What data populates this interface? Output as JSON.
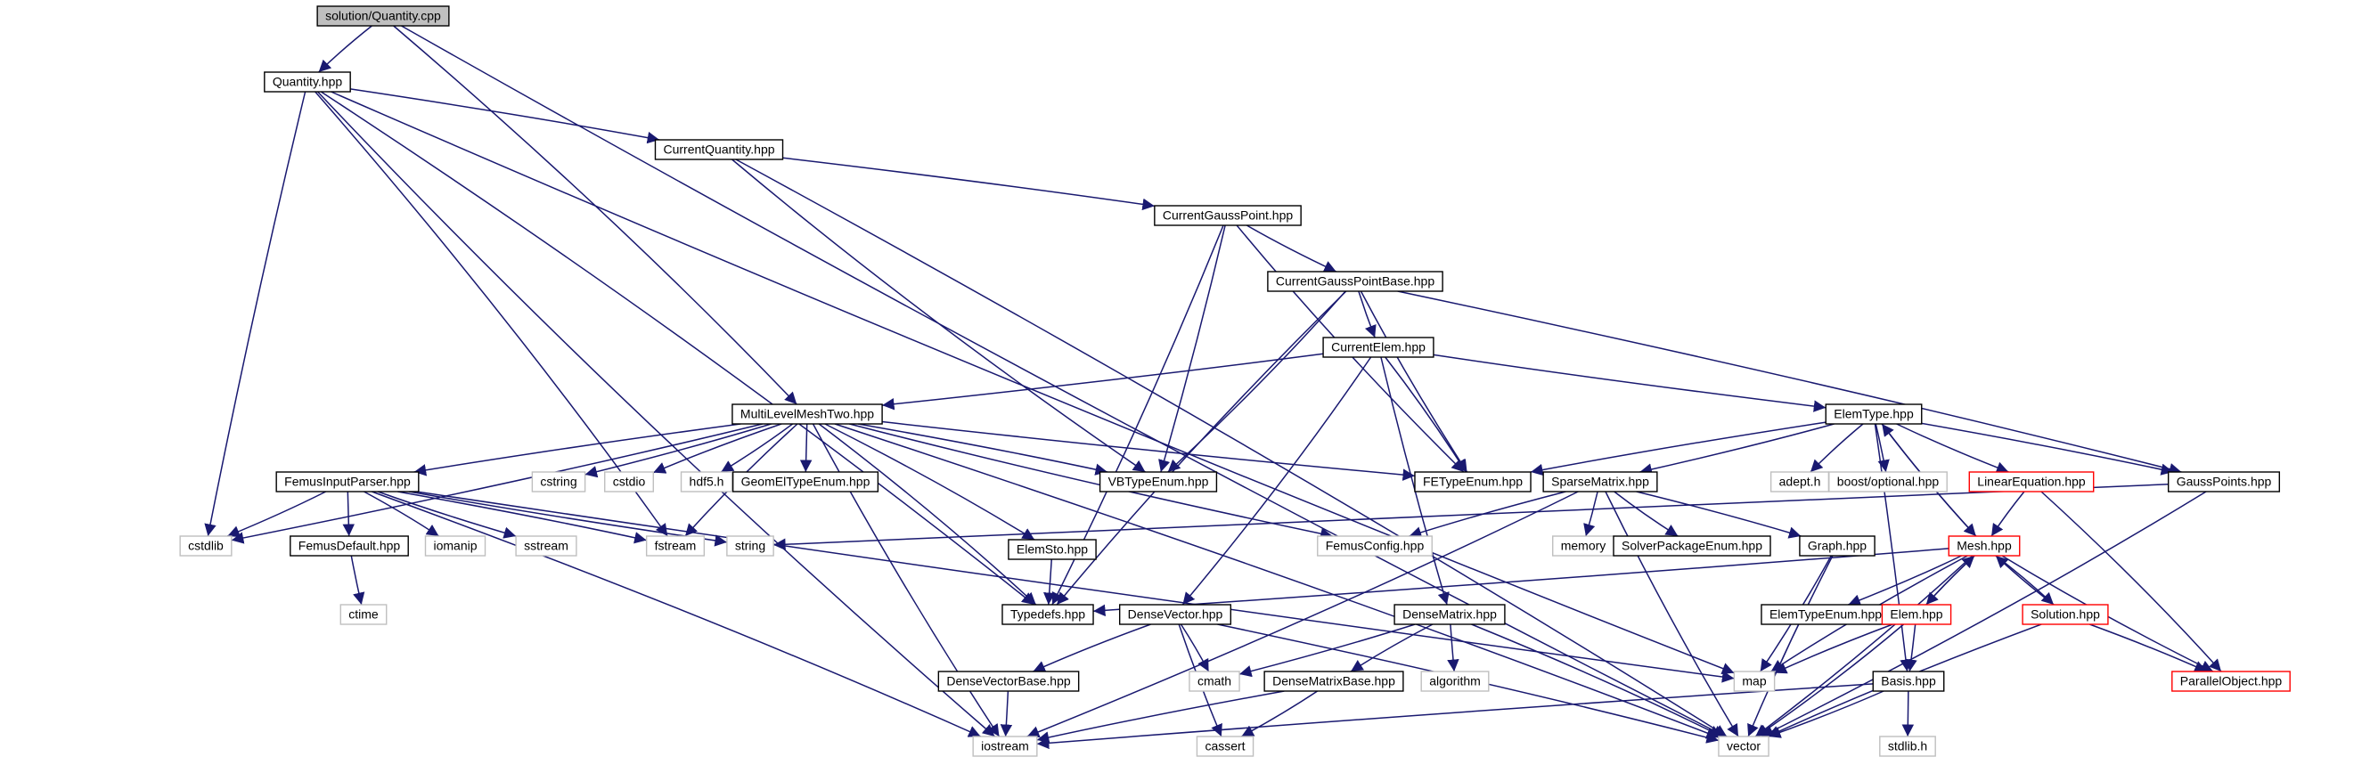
{
  "colors": {
    "edge": "#191970",
    "box_border_dark": "#000000",
    "box_border_light": "#bfbfbf",
    "box_border_red": "#ff0000",
    "root_fill": "#bfbfbf",
    "text_dark": "#000000",
    "text_light": "#000000"
  },
  "nodes": [
    {
      "id": "quantity_cpp",
      "label": "solution/Quantity.cpp",
      "style": "root"
    },
    {
      "id": "quantity_hpp",
      "label": "Quantity.hpp",
      "style": "dark"
    },
    {
      "id": "currentquantity",
      "label": "CurrentQuantity.hpp",
      "style": "dark"
    },
    {
      "id": "currentgausspoint",
      "label": "CurrentGaussPoint.hpp",
      "style": "dark"
    },
    {
      "id": "currentgausspointbase",
      "label": "CurrentGaussPointBase.hpp",
      "style": "dark"
    },
    {
      "id": "currentelem",
      "label": "CurrentElem.hpp",
      "style": "dark"
    },
    {
      "id": "multilevelmeshtwo",
      "label": "MultiLevelMeshTwo.hpp",
      "style": "dark"
    },
    {
      "id": "elemtype",
      "label": "ElemType.hpp",
      "style": "dark"
    },
    {
      "id": "femusinputparser",
      "label": "FemusInputParser.hpp",
      "style": "dark"
    },
    {
      "id": "cstring",
      "label": "cstring",
      "style": "light"
    },
    {
      "id": "cstdio",
      "label": "cstdio",
      "style": "light"
    },
    {
      "id": "hdf5",
      "label": "hdf5.h",
      "style": "light"
    },
    {
      "id": "geomeltypeenum",
      "label": "GeomElTypeEnum.hpp",
      "style": "dark"
    },
    {
      "id": "vbtypeenum",
      "label": "VBTypeEnum.hpp",
      "style": "dark"
    },
    {
      "id": "fetypeenum",
      "label": "FETypeEnum.hpp",
      "style": "dark"
    },
    {
      "id": "sparsematrix",
      "label": "SparseMatrix.hpp",
      "style": "dark"
    },
    {
      "id": "adept",
      "label": "adept.h",
      "style": "light"
    },
    {
      "id": "boostoptional",
      "label": "boost/optional.hpp",
      "style": "light"
    },
    {
      "id": "linearequation",
      "label": "LinearEquation.hpp",
      "style": "red"
    },
    {
      "id": "gausspoints",
      "label": "GaussPoints.hpp",
      "style": "dark"
    },
    {
      "id": "cstdlib",
      "label": "cstdlib",
      "style": "light"
    },
    {
      "id": "femusdefault",
      "label": "FemusDefault.hpp",
      "style": "dark"
    },
    {
      "id": "iomanip",
      "label": "iomanip",
      "style": "light"
    },
    {
      "id": "sstream",
      "label": "sstream",
      "style": "light"
    },
    {
      "id": "fstream",
      "label": "fstream",
      "style": "light"
    },
    {
      "id": "string",
      "label": "string",
      "style": "light"
    },
    {
      "id": "elemsto",
      "label": "ElemSto.hpp",
      "style": "dark"
    },
    {
      "id": "femusconfig",
      "label": "FemusConfig.hpp",
      "style": "light"
    },
    {
      "id": "memory",
      "label": "memory",
      "style": "light"
    },
    {
      "id": "solverpackageenum",
      "label": "SolverPackageEnum.hpp",
      "style": "dark"
    },
    {
      "id": "graph",
      "label": "Graph.hpp",
      "style": "dark"
    },
    {
      "id": "mesh",
      "label": "Mesh.hpp",
      "style": "red"
    },
    {
      "id": "ctime",
      "label": "ctime",
      "style": "light"
    },
    {
      "id": "typedefs",
      "label": "Typedefs.hpp",
      "style": "dark"
    },
    {
      "id": "densevector",
      "label": "DenseVector.hpp",
      "style": "dark"
    },
    {
      "id": "densematrix",
      "label": "DenseMatrix.hpp",
      "style": "dark"
    },
    {
      "id": "elemtypeenum",
      "label": "ElemTypeEnum.hpp",
      "style": "dark"
    },
    {
      "id": "elem",
      "label": "Elem.hpp",
      "style": "red"
    },
    {
      "id": "solution",
      "label": "Solution.hpp",
      "style": "red"
    },
    {
      "id": "densevectorbase",
      "label": "DenseVectorBase.hpp",
      "style": "dark"
    },
    {
      "id": "cmath",
      "label": "cmath",
      "style": "light"
    },
    {
      "id": "densematrixbase",
      "label": "DenseMatrixBase.hpp",
      "style": "dark"
    },
    {
      "id": "algorithm",
      "label": "algorithm",
      "style": "light"
    },
    {
      "id": "map",
      "label": "map",
      "style": "light"
    },
    {
      "id": "basis",
      "label": "Basis.hpp",
      "style": "dark"
    },
    {
      "id": "parallelobject",
      "label": "ParallelObject.hpp",
      "style": "red"
    },
    {
      "id": "iostream",
      "label": "iostream",
      "style": "light"
    },
    {
      "id": "cassert",
      "label": "cassert",
      "style": "light"
    },
    {
      "id": "vector",
      "label": "vector",
      "style": "light"
    },
    {
      "id": "stdlib",
      "label": "stdlib.h",
      "style": "light"
    }
  ],
  "edges": [
    [
      "quantity_cpp",
      "quantity_hpp"
    ],
    [
      "quantity_cpp",
      "multilevelmeshtwo"
    ],
    [
      "quantity_cpp",
      "vector"
    ],
    [
      "quantity_hpp",
      "currentquantity"
    ],
    [
      "quantity_hpp",
      "cstdlib"
    ],
    [
      "quantity_hpp",
      "fstream"
    ],
    [
      "quantity_hpp",
      "iostream"
    ],
    [
      "quantity_hpp",
      "typedefs"
    ],
    [
      "quantity_hpp",
      "map"
    ],
    [
      "currentquantity",
      "currentgausspoint"
    ],
    [
      "currentquantity",
      "vbtypeenum"
    ],
    [
      "currentquantity",
      "vector"
    ],
    [
      "currentgausspoint",
      "currentgausspointbase"
    ],
    [
      "currentgausspoint",
      "vbtypeenum"
    ],
    [
      "currentgausspoint",
      "fetypeenum"
    ],
    [
      "currentgausspoint",
      "typedefs"
    ],
    [
      "currentgausspointbase",
      "currentelem"
    ],
    [
      "currentgausspointbase",
      "gausspoints"
    ],
    [
      "currentgausspointbase",
      "fetypeenum"
    ],
    [
      "currentgausspointbase",
      "vbtypeenum"
    ],
    [
      "currentgausspointbase",
      "typedefs"
    ],
    [
      "currentelem",
      "multilevelmeshtwo"
    ],
    [
      "currentelem",
      "elemtype"
    ],
    [
      "currentelem",
      "fetypeenum"
    ],
    [
      "currentelem",
      "densematrix"
    ],
    [
      "currentelem",
      "densevector"
    ],
    [
      "multilevelmeshtwo",
      "femusinputparser"
    ],
    [
      "multilevelmeshtwo",
      "cstring"
    ],
    [
      "multilevelmeshtwo",
      "cstdio"
    ],
    [
      "multilevelmeshtwo",
      "hdf5"
    ],
    [
      "multilevelmeshtwo",
      "geomeltypeenum"
    ],
    [
      "multilevelmeshtwo",
      "vbtypeenum"
    ],
    [
      "multilevelmeshtwo",
      "fetypeenum"
    ],
    [
      "multilevelmeshtwo",
      "elemsto"
    ],
    [
      "multilevelmeshtwo",
      "femusconfig"
    ],
    [
      "multilevelmeshtwo",
      "typedefs"
    ],
    [
      "multilevelmeshtwo",
      "fstream"
    ],
    [
      "multilevelmeshtwo",
      "cstdlib"
    ],
    [
      "multilevelmeshtwo",
      "iostream"
    ],
    [
      "multilevelmeshtwo",
      "vector"
    ],
    [
      "elemtype",
      "fetypeenum"
    ],
    [
      "elemtype",
      "sparsematrix"
    ],
    [
      "elemtype",
      "adept"
    ],
    [
      "elemtype",
      "boostoptional"
    ],
    [
      "elemtype",
      "linearequation"
    ],
    [
      "elemtype",
      "gausspoints"
    ],
    [
      "elemtype",
      "mesh"
    ],
    [
      "elemtype",
      "basis"
    ],
    [
      "femusinputparser",
      "femusdefault"
    ],
    [
      "femusinputparser",
      "iomanip"
    ],
    [
      "femusinputparser",
      "sstream"
    ],
    [
      "femusinputparser",
      "fstream"
    ],
    [
      "femusinputparser",
      "string"
    ],
    [
      "femusinputparser",
      "cstdlib"
    ],
    [
      "femusinputparser",
      "map"
    ],
    [
      "femusinputparser",
      "iostream"
    ],
    [
      "sparsematrix",
      "femusconfig"
    ],
    [
      "sparsematrix",
      "memory"
    ],
    [
      "sparsematrix",
      "solverpackageenum"
    ],
    [
      "sparsematrix",
      "graph"
    ],
    [
      "sparsematrix",
      "vector"
    ],
    [
      "sparsematrix",
      "iostream"
    ],
    [
      "linearequation",
      "mesh"
    ],
    [
      "linearequation",
      "parallelobject"
    ],
    [
      "gausspoints",
      "string"
    ],
    [
      "gausspoints",
      "vector"
    ],
    [
      "graph",
      "vector"
    ],
    [
      "graph",
      "map"
    ],
    [
      "mesh",
      "elemtype"
    ],
    [
      "mesh",
      "elemtypeenum"
    ],
    [
      "mesh",
      "elem"
    ],
    [
      "mesh",
      "solution"
    ],
    [
      "mesh",
      "parallelobject"
    ],
    [
      "mesh",
      "typedefs"
    ],
    [
      "mesh",
      "map"
    ],
    [
      "mesh",
      "vector"
    ],
    [
      "femusdefault",
      "ctime"
    ],
    [
      "elemsto",
      "typedefs"
    ],
    [
      "densevector",
      "densevectorbase"
    ],
    [
      "densevector",
      "cmath"
    ],
    [
      "densevector",
      "cassert"
    ],
    [
      "densevector",
      "vector"
    ],
    [
      "densematrix",
      "densematrixbase"
    ],
    [
      "densematrix",
      "cmath"
    ],
    [
      "densematrix",
      "algorithm"
    ],
    [
      "densematrix",
      "vector"
    ],
    [
      "elem",
      "mesh"
    ],
    [
      "elem",
      "basis"
    ],
    [
      "elem",
      "map"
    ],
    [
      "elem",
      "vector"
    ],
    [
      "solution",
      "mesh"
    ],
    [
      "solution",
      "parallelobject"
    ],
    [
      "solution",
      "vector"
    ],
    [
      "densevectorbase",
      "iostream"
    ],
    [
      "densematrixbase",
      "iostream"
    ],
    [
      "densematrixbase",
      "cassert"
    ],
    [
      "basis",
      "stdlib"
    ],
    [
      "basis",
      "vector"
    ],
    [
      "basis",
      "iostream"
    ]
  ]
}
